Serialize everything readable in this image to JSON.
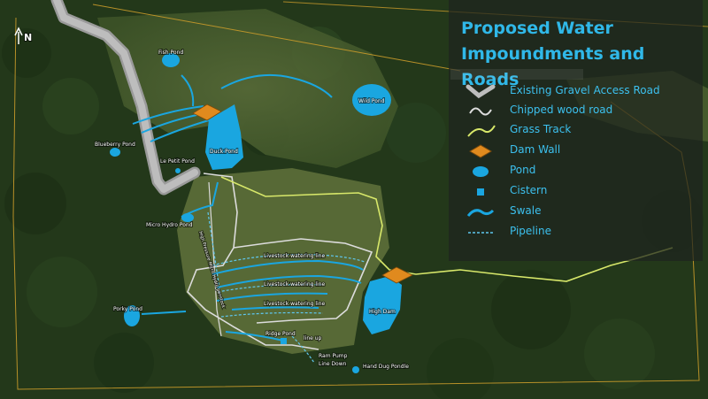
{
  "map": {
    "title_lines": [
      "Proposed Water",
      "Impoundments and Roads"
    ],
    "north_label": "N",
    "colors": {
      "title": "#30b8e8",
      "legend_text": "#3cc0ee",
      "gravel_road": "#c8c8c8",
      "chipped_wood_road": "#dcdcdc",
      "grass_track": "#d8e86a",
      "dam_wall": "#e08a1e",
      "water": "#1aa6e0",
      "property_line": "#c89a2a"
    },
    "legend": [
      {
        "icon": "gravel-road-icon",
        "label": "Existing Gravel Access Road"
      },
      {
        "icon": "chipped-wood-road-icon",
        "label": "Chipped wood road"
      },
      {
        "icon": "grass-track-icon",
        "label": "Grass Track"
      },
      {
        "icon": "dam-wall-icon",
        "label": "Dam Wall"
      },
      {
        "icon": "pond-icon",
        "label": "Pond"
      },
      {
        "icon": "cistern-icon",
        "label": "Cistern"
      },
      {
        "icon": "swale-icon",
        "label": "Swale"
      },
      {
        "icon": "pipeline-icon",
        "label": "Pipeline"
      }
    ],
    "ponds": {
      "fish": "Fish Pond",
      "wild": "Wild Pond",
      "blueberry": "Blueberry Pond",
      "le_petit": "Le Petit Pond",
      "duck": "Duck Pond",
      "micro_hydro": "Micro Hydro Pond",
      "porky": "Porky Pond",
      "ridge": "Ridge Pond",
      "high_dam": "High Dam",
      "hand_dug": "Hand Dug Pondle"
    },
    "lines": {
      "livestock_1": "Livestock watering line",
      "livestock_2": "Livestock watering line",
      "livestock_3": "Livestock watering line",
      "high_pressure": "High Pressure Micro Hydro penstock",
      "line_up": "line up",
      "ram_pump_1": "Ram Pump",
      "ram_pump_2": "Line Down"
    }
  }
}
